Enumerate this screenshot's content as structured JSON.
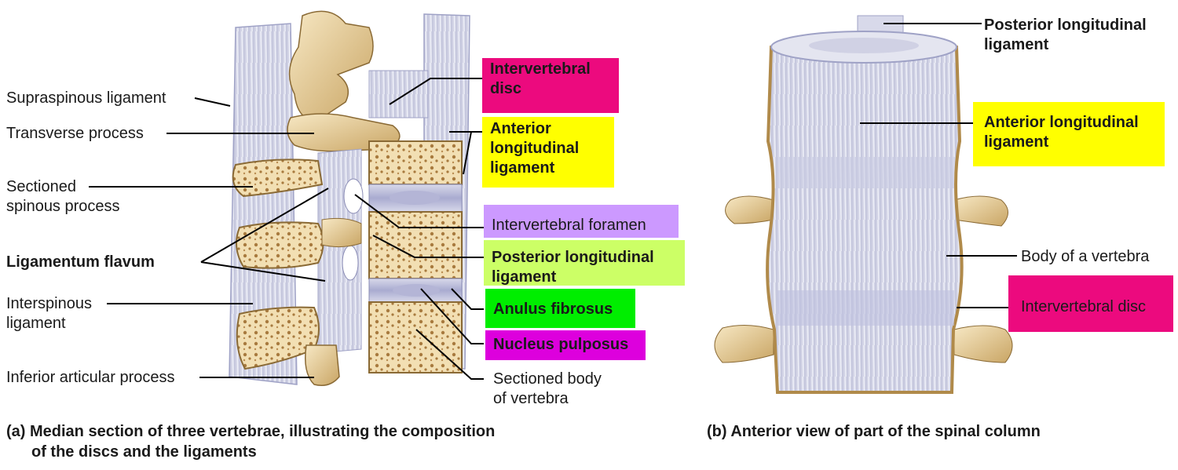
{
  "panel_a": {
    "labels": {
      "supraspinous": "Supraspinous ligament",
      "transverse": "Transverse process",
      "sectioned_spinous": [
        "Sectioned",
        "spinous process"
      ],
      "ligamentum_flavum": "Ligamentum flavum",
      "interspinous": [
        "Interspinous",
        "ligament"
      ],
      "inferior_articular": "Inferior articular process",
      "intervertebral_disc": [
        "Intervertebral",
        "disc"
      ],
      "anterior_longitudinal": [
        "Anterior",
        "longitudinal",
        "ligament"
      ],
      "intervertebral_foramen": "Intervertebral foramen",
      "posterior_longitudinal": [
        "Posterior longitudinal",
        "ligament"
      ],
      "anulus_fibrosus": "Anulus fibrosus",
      "nucleus_pulposus": "Nucleus pulposus",
      "sectioned_body": [
        "Sectioned body",
        "of vertebra"
      ]
    },
    "caption": [
      "(a) Median section of three vertebrae, illustrating the composition",
      "of the discs and the ligaments"
    ]
  },
  "panel_b": {
    "labels": {
      "posterior_longitudinal": [
        "Posterior longitudinal",
        "ligament"
      ],
      "anterior_longitudinal": [
        "Anterior longitudinal",
        "ligament"
      ],
      "body_of_vertebra": "Body of a vertebra",
      "intervertebral_disc": "Intervertebral disc"
    },
    "caption": "(b) Anterior view of part of the spinal column"
  },
  "colors": {
    "magenta_box": "#ec0a7e",
    "yellow_box": "#ffff00",
    "lavender_box": "#cc99ff",
    "lime_box": "#ccff66",
    "green_box": "#00ee00",
    "violet_box": "#dd00dd",
    "bone": "#e8d3a0",
    "ligament": "#c9cbe0"
  }
}
